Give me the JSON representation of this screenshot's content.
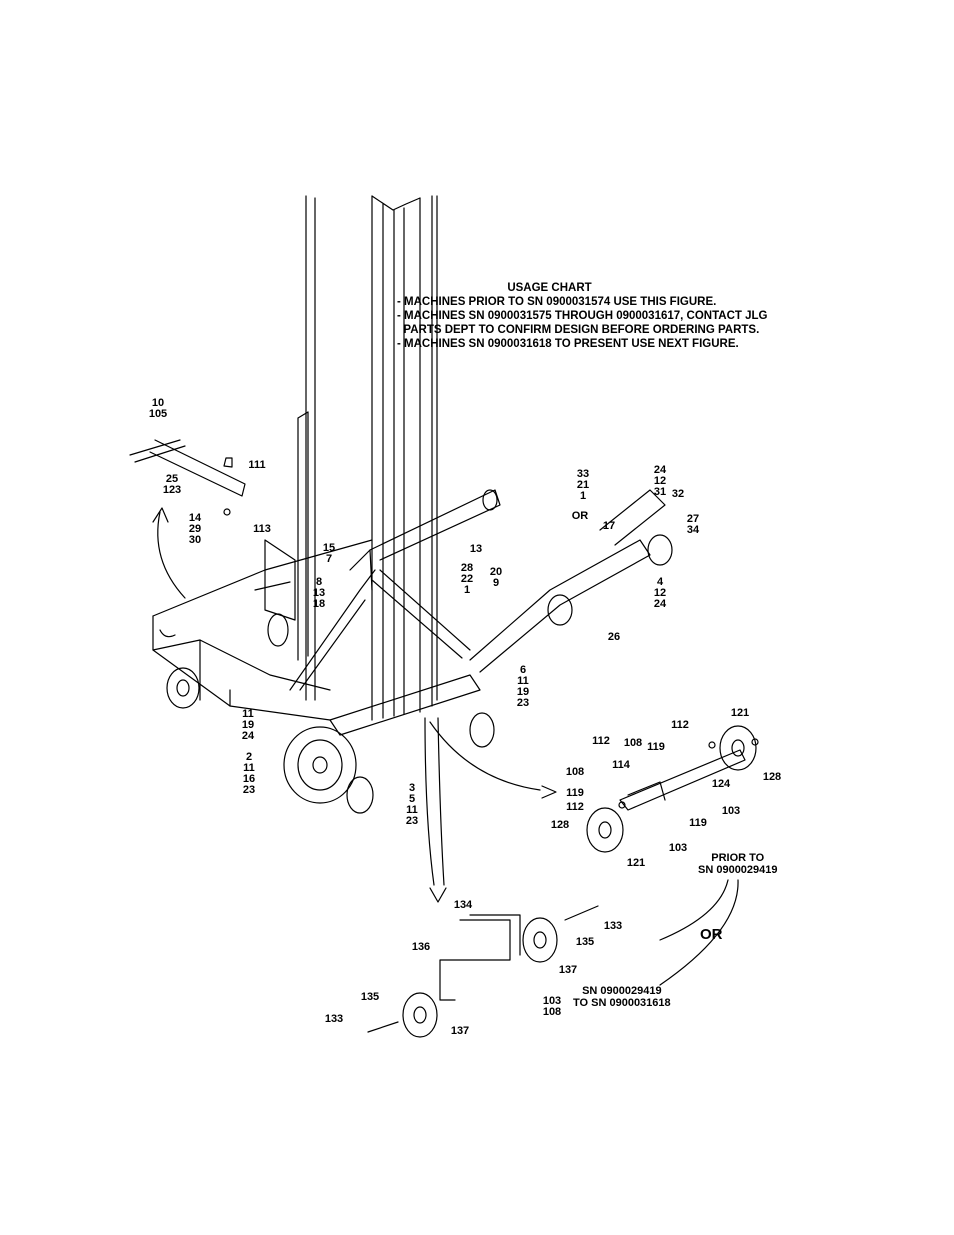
{
  "usage_chart": {
    "title": "USAGE CHART",
    "lines": [
      "- MACHINES PRIOR TO SN 0900031574 USE THIS FIGURE.",
      "- MACHINES SN 0900031575 THROUGH 0900031617, CONTACT JLG",
      "  PARTS DEPT TO CONFIRM DESIGN BEFORE ORDERING PARTS.",
      "- MACHINES SN 0900031618 TO PRESENT USE NEXT FIGURE."
    ]
  },
  "callouts": [
    {
      "id": "c-10-105",
      "lines": [
        "10",
        "105"
      ]
    },
    {
      "id": "c-111",
      "lines": [
        "111"
      ]
    },
    {
      "id": "c-25-123",
      "lines": [
        "25",
        "123"
      ]
    },
    {
      "id": "c-14-29-30",
      "lines": [
        "14",
        "29",
        "30"
      ]
    },
    {
      "id": "c-113",
      "lines": [
        "113"
      ]
    },
    {
      "id": "c-15-7",
      "lines": [
        "15",
        "7"
      ]
    },
    {
      "id": "c-8-13-18",
      "lines": [
        "8",
        "13",
        "18"
      ]
    },
    {
      "id": "c-13-upper",
      "lines": [
        "13"
      ]
    },
    {
      "id": "c-28-22-1",
      "lines": [
        "28",
        "22",
        "1"
      ]
    },
    {
      "id": "c-20-9",
      "lines": [
        "20",
        "9"
      ]
    },
    {
      "id": "c-33-21-1",
      "lines": [
        "33",
        "21",
        "1"
      ]
    },
    {
      "id": "c-or-small",
      "lines": [
        "OR"
      ]
    },
    {
      "id": "c-17",
      "lines": [
        "17"
      ]
    },
    {
      "id": "c-24-12-31",
      "lines": [
        "24",
        "12",
        "31"
      ]
    },
    {
      "id": "c-32",
      "lines": [
        "32"
      ]
    },
    {
      "id": "c-27-34",
      "lines": [
        "27",
        "34"
      ]
    },
    {
      "id": "c-4-12-24",
      "lines": [
        "4",
        "12",
        "24"
      ]
    },
    {
      "id": "c-26",
      "lines": [
        "26"
      ]
    },
    {
      "id": "c-6-11-19-23",
      "lines": [
        "6",
        "11",
        "19",
        "23"
      ]
    },
    {
      "id": "c-11-19-24",
      "lines": [
        "11",
        "19",
        "24"
      ]
    },
    {
      "id": "c-2-11-16-23",
      "lines": [
        "2",
        "11",
        "16",
        "23"
      ]
    },
    {
      "id": "c-3-5-11-23",
      "lines": [
        "3",
        "5",
        "11",
        "23"
      ]
    },
    {
      "id": "c-112-a",
      "lines": [
        "112"
      ]
    },
    {
      "id": "c-108-a",
      "lines": [
        "108"
      ]
    },
    {
      "id": "c-119-a",
      "lines": [
        "119"
      ]
    },
    {
      "id": "c-112-b",
      "lines": [
        "112"
      ]
    },
    {
      "id": "c-121-a",
      "lines": [
        "121"
      ]
    },
    {
      "id": "c-128-a",
      "lines": [
        "128"
      ]
    },
    {
      "id": "c-114",
      "lines": [
        "114"
      ]
    },
    {
      "id": "c-108-b",
      "lines": [
        "108"
      ]
    },
    {
      "id": "c-124",
      "lines": [
        "124"
      ]
    },
    {
      "id": "c-119-b",
      "lines": [
        "119"
      ]
    },
    {
      "id": "c-112-c",
      "lines": [
        "112"
      ]
    },
    {
      "id": "c-103-a",
      "lines": [
        "103"
      ]
    },
    {
      "id": "c-119-c",
      "lines": [
        "119"
      ]
    },
    {
      "id": "c-128-b",
      "lines": [
        "128"
      ]
    },
    {
      "id": "c-103-b",
      "lines": [
        "103"
      ]
    },
    {
      "id": "c-121-b",
      "lines": [
        "121"
      ]
    },
    {
      "id": "c-134",
      "lines": [
        "134"
      ]
    },
    {
      "id": "c-133-a",
      "lines": [
        "133"
      ]
    },
    {
      "id": "c-136",
      "lines": [
        "136"
      ]
    },
    {
      "id": "c-135-a",
      "lines": [
        "135"
      ]
    },
    {
      "id": "c-137-a",
      "lines": [
        "137"
      ]
    },
    {
      "id": "c-103-108",
      "lines": [
        "103",
        "108"
      ]
    },
    {
      "id": "c-135-b",
      "lines": [
        "135"
      ]
    },
    {
      "id": "c-133-b",
      "lines": [
        "133"
      ]
    },
    {
      "id": "c-137-b",
      "lines": [
        "137"
      ]
    }
  ],
  "notes": {
    "prior_to": [
      "PRIOR TO",
      "SN 0900029419"
    ],
    "or_big": "OR",
    "range": [
      "SN 0900029419",
      "TO SN 0900031618"
    ]
  }
}
